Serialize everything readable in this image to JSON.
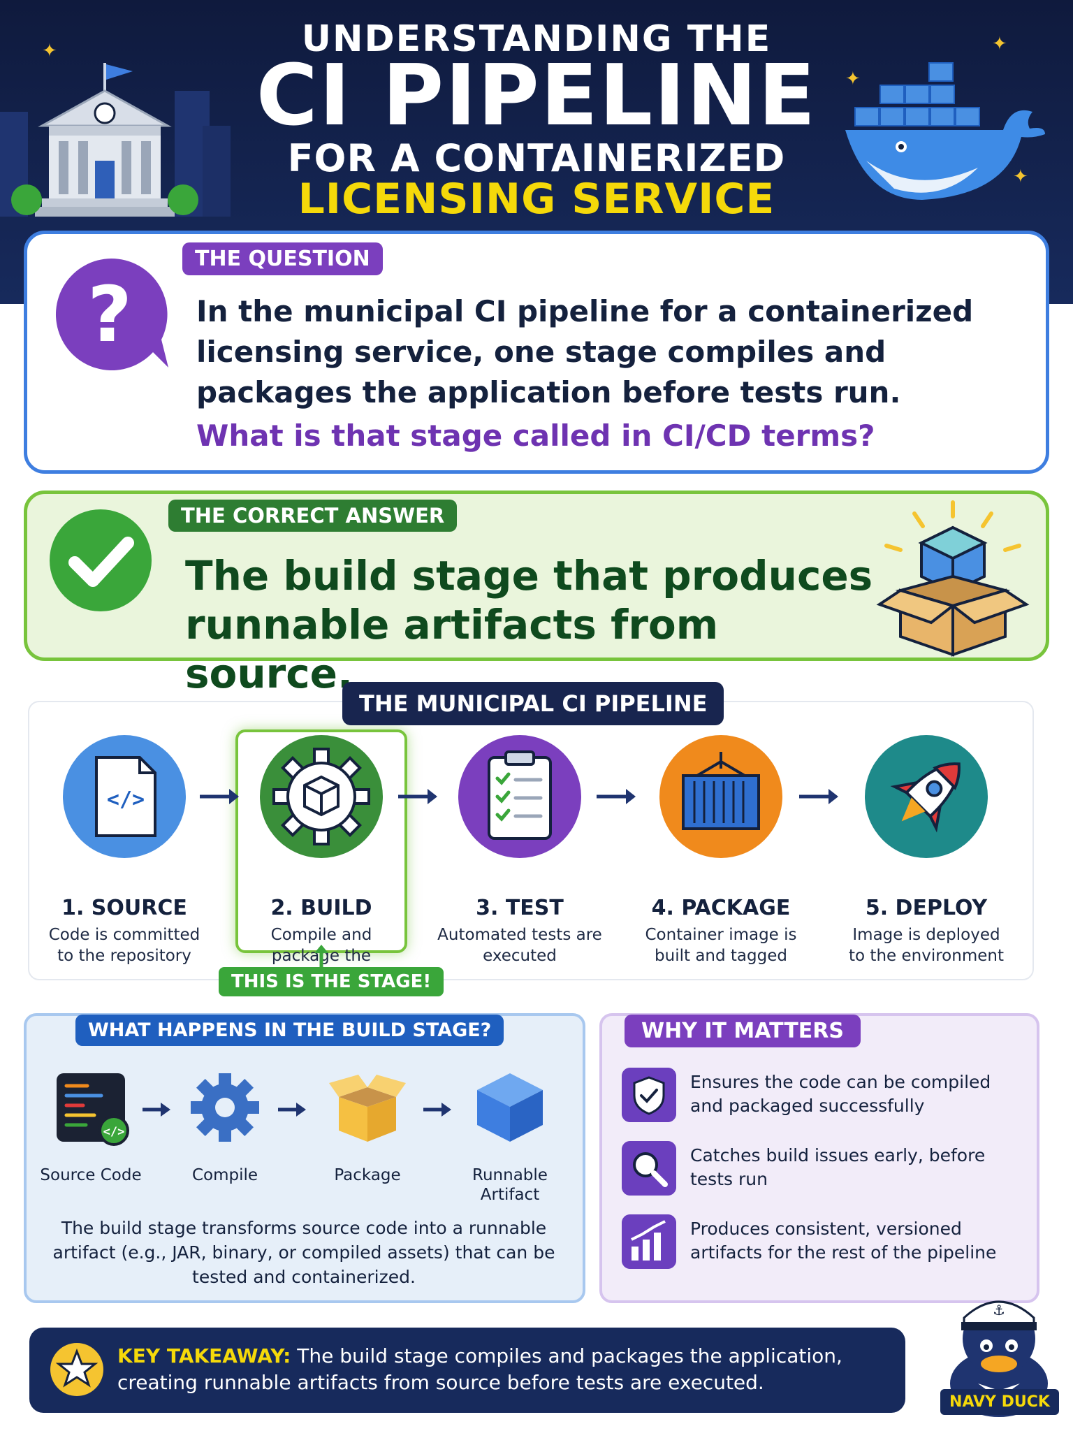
{
  "header": {
    "line1": "UNDERSTANDING THE",
    "line2": "CI PIPELINE",
    "line3": "FOR A CONTAINERIZED",
    "line4": "LICENSING SERVICE"
  },
  "question": {
    "tag": "THE QUESTION",
    "text": "In the municipal CI pipeline for a containerized licensing service, one stage compiles and packages the application before tests run.",
    "sub": "What is that stage called in CI/CD terms?"
  },
  "answer": {
    "tag": "THE CORRECT ANSWER",
    "text": "The build stage that produces runnable artifacts from source."
  },
  "pipeline": {
    "title": "THE MUNICIPAL CI PIPELINE",
    "highlight_tag": "THIS IS THE STAGE!",
    "stages": [
      {
        "title": "1. SOURCE",
        "desc": "Code is committed to the repository"
      },
      {
        "title": "2. BUILD",
        "desc": "Compile and package the application"
      },
      {
        "title": "3. TEST",
        "desc": "Automated tests are executed"
      },
      {
        "title": "4. PACKAGE",
        "desc": "Container image is built and tagged"
      },
      {
        "title": "5. DEPLOY",
        "desc": "Image is deployed to the environment"
      }
    ]
  },
  "build_stage": {
    "tag": "WHAT HAPPENS IN THE BUILD STAGE?",
    "steps": [
      "Source Code",
      "Compile",
      "Package",
      "Runnable Artifact"
    ],
    "text": "The build stage transforms source code into a runnable artifact (e.g., JAR, binary, or compiled assets) that can be tested and containerized."
  },
  "why": {
    "tag": "WHY IT MATTERS",
    "items": [
      {
        "icon": "shield-check-icon",
        "text": "Ensures the code can be compiled and packaged successfully"
      },
      {
        "icon": "magnifier-icon",
        "text": "Catches build issues early, before tests run"
      },
      {
        "icon": "bar-chart-icon",
        "text": "Produces consistent, versioned artifacts for the rest of the pipeline"
      }
    ]
  },
  "takeaway": {
    "label": "KEY TAKEAWAY:",
    "text": " The build stage compiles and packages the application, creating runnable artifacts from source before tests are executed."
  },
  "mascot": {
    "label": "NAVY DUCK"
  },
  "colors": {
    "navy": "#172a5c",
    "purple": "#7b3fbe",
    "green": "#2e7d32",
    "light_green": "#78c43c",
    "blue": "#3e7ee0",
    "yellow": "#f5d90a",
    "orange": "#f08a1c"
  }
}
